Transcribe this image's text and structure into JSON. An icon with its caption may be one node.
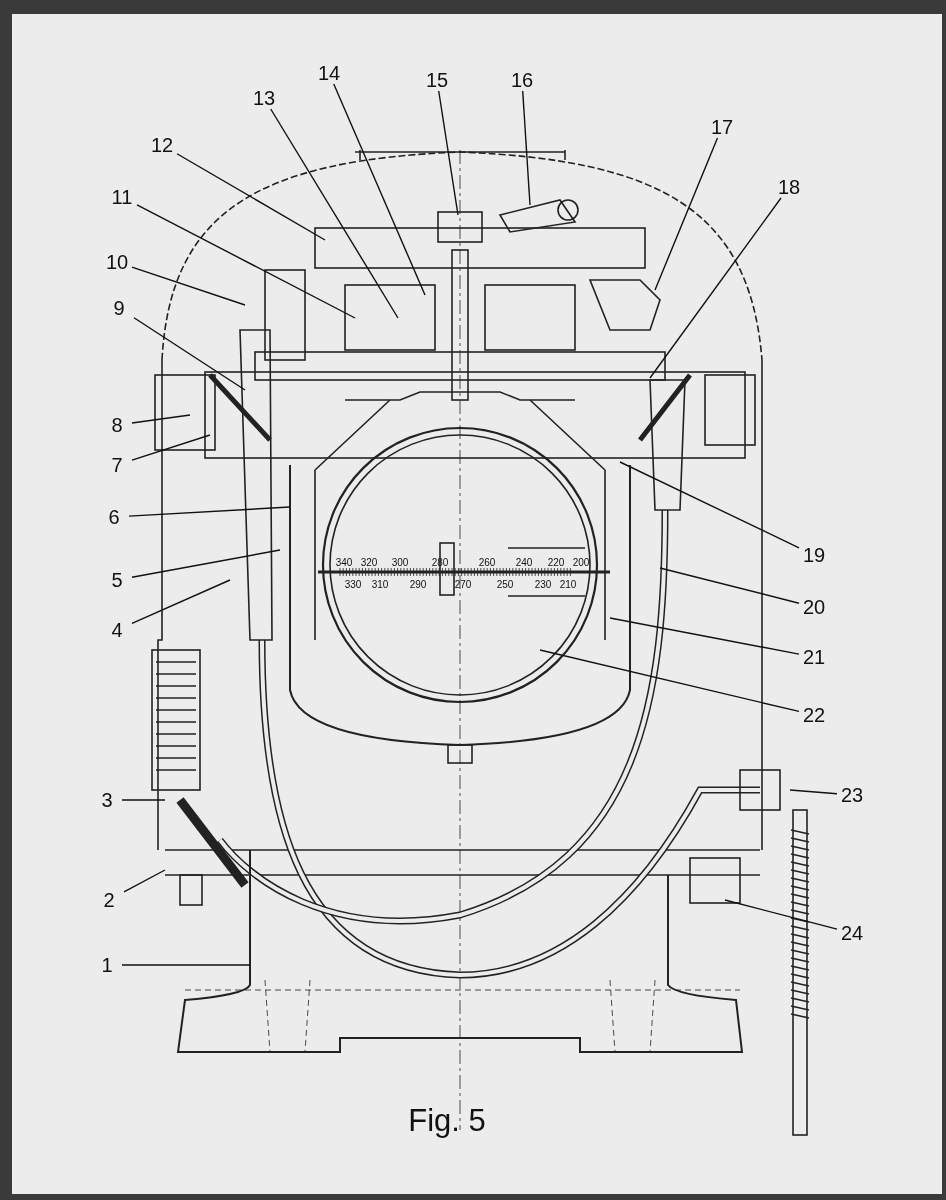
{
  "diagram": {
    "caption": "Fig. 5",
    "nodes": [
      {
        "text": [
          "1"
        ]
      },
      {
        "text": [
          "2"
        ]
      },
      {
        "text": [
          "3"
        ]
      },
      {
        "text": [
          "4"
        ]
      },
      {
        "text": [
          "5"
        ]
      },
      {
        "text": [
          "6"
        ]
      },
      {
        "text": [
          "7"
        ]
      },
      {
        "text": [
          "8"
        ]
      },
      {
        "text": [
          "9"
        ]
      },
      {
        "text": [
          "10"
        ]
      },
      {
        "text": [
          "11"
        ]
      },
      {
        "text": [
          "12"
        ]
      },
      {
        "text": [
          "13"
        ]
      },
      {
        "text": [
          "14"
        ]
      },
      {
        "text": [
          "15"
        ]
      },
      {
        "text": [
          "16"
        ]
      },
      {
        "text": [
          "17"
        ]
      },
      {
        "text": [
          "18"
        ]
      },
      {
        "text": [
          "19"
        ]
      },
      {
        "text": [
          "20"
        ]
      },
      {
        "text": [
          "21"
        ]
      },
      {
        "text": [
          "22"
        ]
      },
      {
        "text": [
          "23"
        ]
      },
      {
        "text": [
          "24"
        ]
      }
    ],
    "edges": [
      {
        "from": 0,
        "to": null,
        "arrow": "none"
      },
      {
        "from": 1,
        "to": null,
        "arrow": "none"
      },
      {
        "from": 2,
        "to": null,
        "arrow": "none"
      },
      {
        "from": 3,
        "to": null,
        "arrow": "none"
      },
      {
        "from": 4,
        "to": null,
        "arrow": "none"
      },
      {
        "from": 5,
        "to": null,
        "arrow": "none"
      },
      {
        "from": 6,
        "to": null,
        "arrow": "none"
      },
      {
        "from": 7,
        "to": null,
        "arrow": "none"
      },
      {
        "from": 8,
        "to": null,
        "arrow": "none"
      },
      {
        "from": 9,
        "to": null,
        "arrow": "none"
      },
      {
        "from": 10,
        "to": null,
        "arrow": "none"
      },
      {
        "from": 11,
        "to": null,
        "arrow": "none"
      },
      {
        "from": 12,
        "to": null,
        "arrow": "none"
      },
      {
        "from": 13,
        "to": null,
        "arrow": "none"
      },
      {
        "from": 14,
        "to": null,
        "arrow": "none"
      },
      {
        "from": 15,
        "to": null,
        "arrow": "none"
      },
      {
        "from": 16,
        "to": null,
        "arrow": "none"
      },
      {
        "from": 17,
        "to": null,
        "arrow": "none"
      },
      {
        "from": 18,
        "to": null,
        "arrow": "none"
      },
      {
        "from": 19,
        "to": null,
        "arrow": "none"
      },
      {
        "from": 20,
        "to": null,
        "arrow": "none"
      },
      {
        "from": 21,
        "to": null,
        "arrow": "none"
      },
      {
        "from": 22,
        "to": null,
        "arrow": "none"
      },
      {
        "from": 23,
        "to": null,
        "arrow": "none"
      }
    ],
    "labels": [
      "340",
      "320",
      "300",
      "280",
      "260",
      "240",
      "220",
      "200",
      "330",
      "310",
      "290",
      "270",
      "250",
      "230",
      "210"
    ]
  }
}
